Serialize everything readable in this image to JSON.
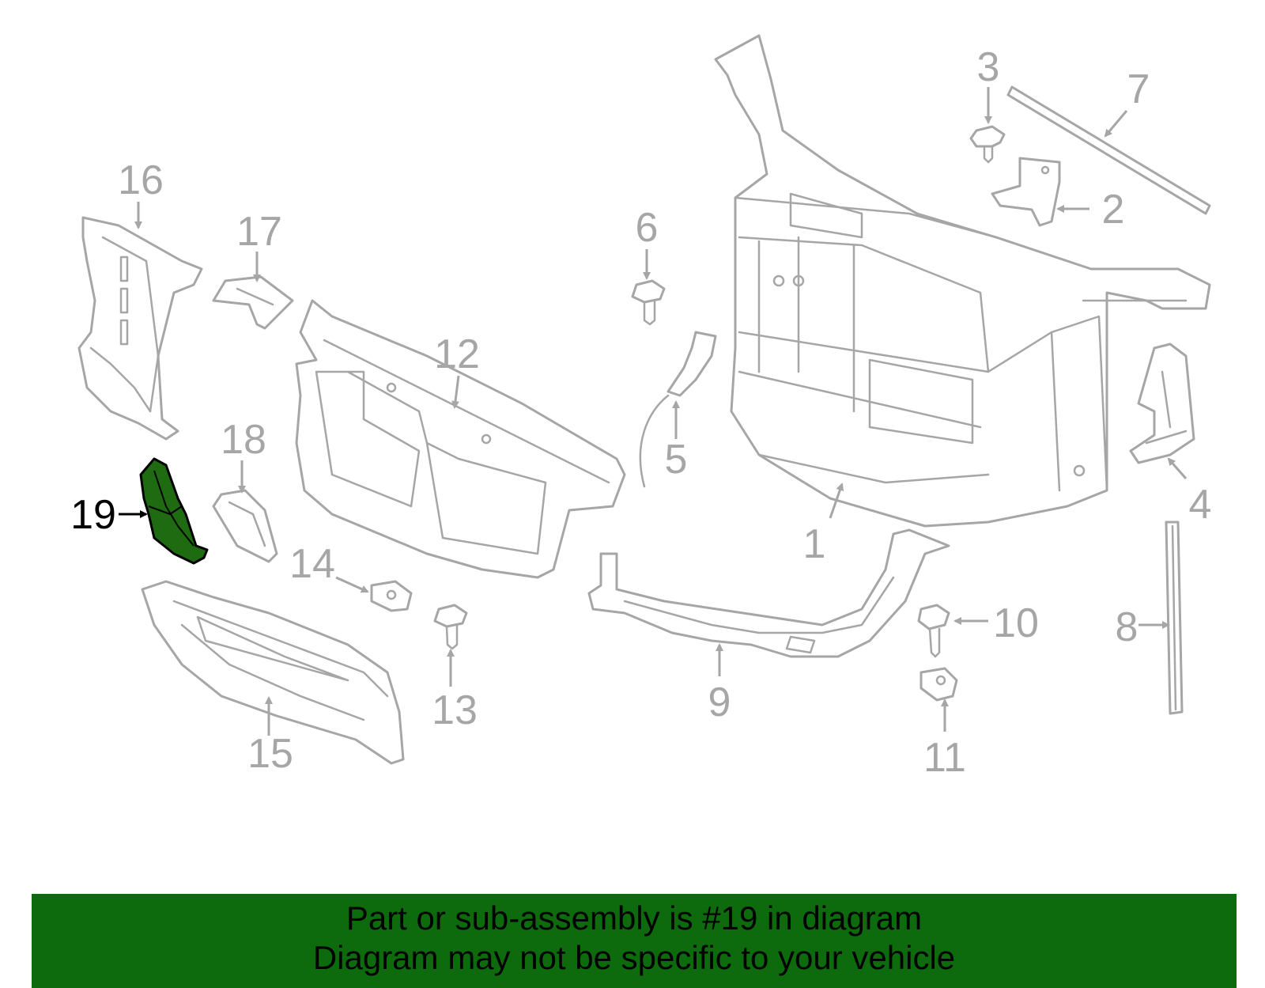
{
  "diagram": {
    "highlight_part": "19",
    "highlight_color": "#1f6b12",
    "line_color": "#a6a6a6",
    "callouts": [
      "1",
      "2",
      "3",
      "4",
      "5",
      "6",
      "7",
      "8",
      "9",
      "10",
      "11",
      "12",
      "13",
      "14",
      "15",
      "16",
      "17",
      "18",
      "19"
    ]
  },
  "banner": {
    "line1": "Part or sub-assembly is #19 in diagram",
    "line2": "Diagram may not be specific to your vehicle",
    "background": "#0d6b0d"
  }
}
